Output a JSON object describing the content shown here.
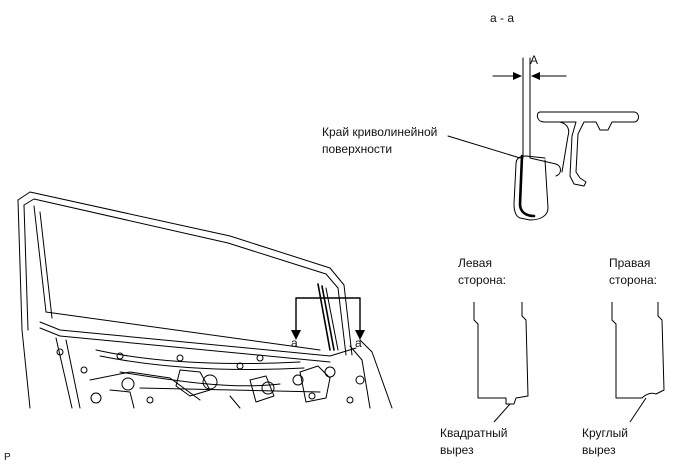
{
  "section_label": "a - a",
  "dimension_label": "A",
  "edge_callout": [
    "Край криволинейной",
    "поверхности"
  ],
  "left_side": {
    "title": [
      "Левая",
      "сторона:"
    ],
    "cut_label": [
      "Квадратный",
      "вырез"
    ]
  },
  "right_side": {
    "title": [
      "Правая",
      "сторона:"
    ],
    "cut_label": [
      "Круглый",
      "вырез"
    ]
  },
  "cut_marker_left": "a",
  "cut_marker_right": "a",
  "figure_code": "P"
}
